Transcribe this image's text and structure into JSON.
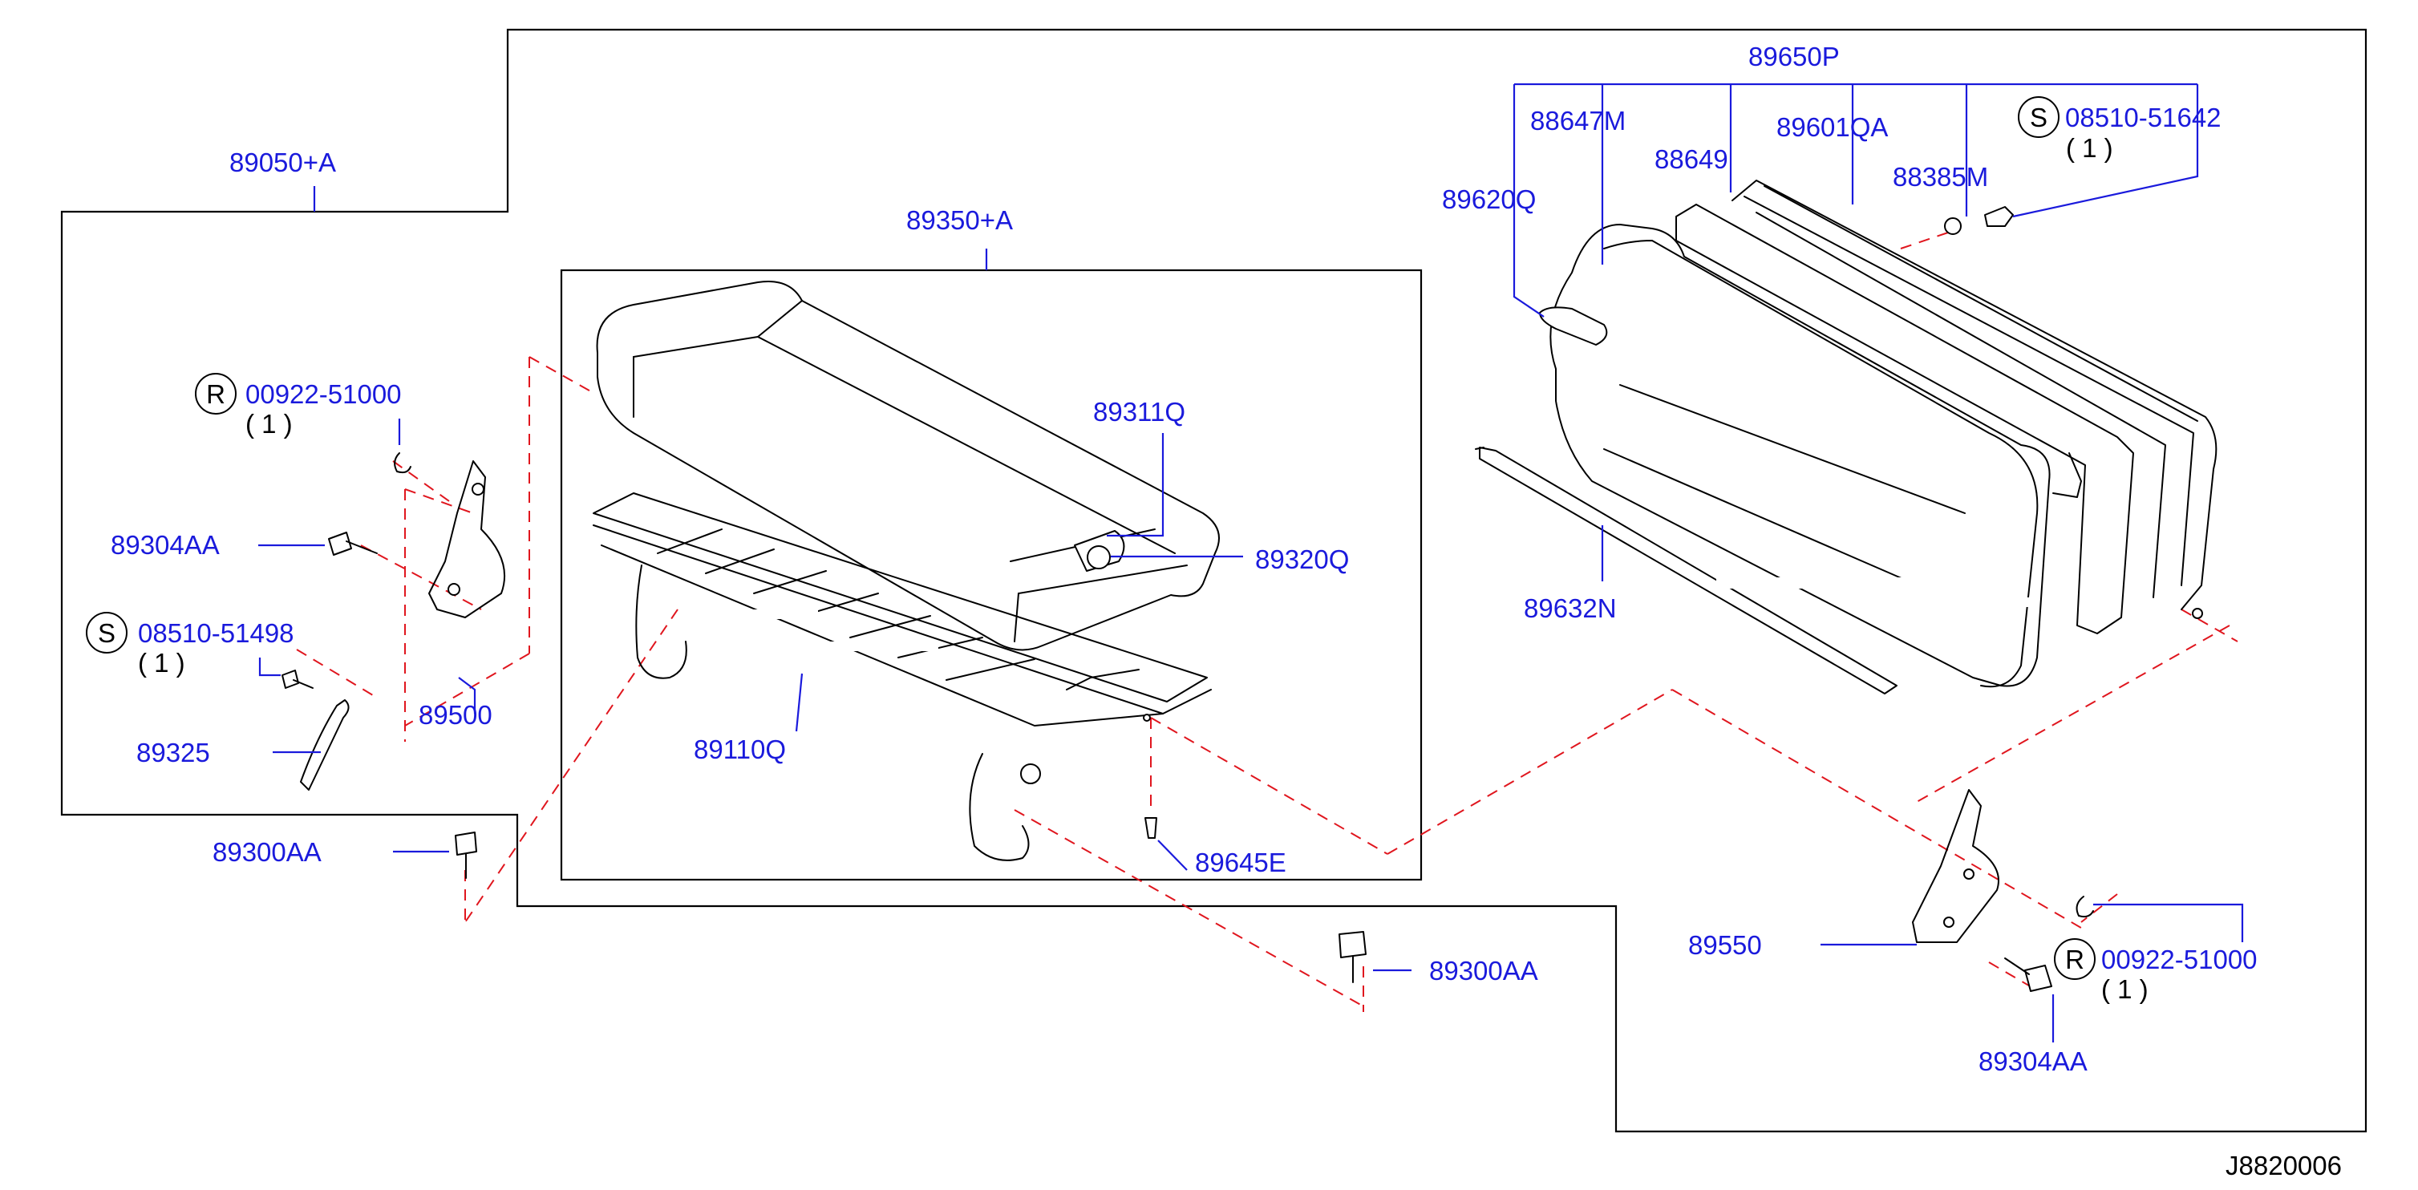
{
  "labels": {
    "p89050A": "89050+A",
    "p89350A": "89350+A",
    "p89650P": "89650P",
    "p88647M": "88647M",
    "p88649": "88649",
    "p89601QA": "89601QA",
    "p88385M": "88385M",
    "p08510": "08510-51642",
    "p89620Q": "89620Q",
    "p89311Q": "89311Q",
    "p89320Q": "89320Q",
    "p89632N": "89632N",
    "pR00922a": "00922-51000",
    "p89304AA_a": "89304AA",
    "pS08510b": "08510-51498",
    "p89500": "89500",
    "p89325": "89325",
    "p89110Q": "89110Q",
    "p89300AA_a": "89300AA",
    "p89645E": "89645E",
    "p89300AA_b": "89300AA",
    "p89550": "89550",
    "pR00922b": "00922-51000",
    "p89304AA_b": "89304AA"
  },
  "quantities": {
    "q1": "( 1 )",
    "q2": "( 1 )",
    "q3": "( 1 )",
    "q4": "( 1 )"
  },
  "symbols": {
    "s": "S",
    "r": "R"
  },
  "diagram_code": "J8820006",
  "colors": {
    "label": "#1a1adc",
    "leader": "#1a1adc",
    "dashed_guide": "#e0161e",
    "outline": "#000000"
  }
}
